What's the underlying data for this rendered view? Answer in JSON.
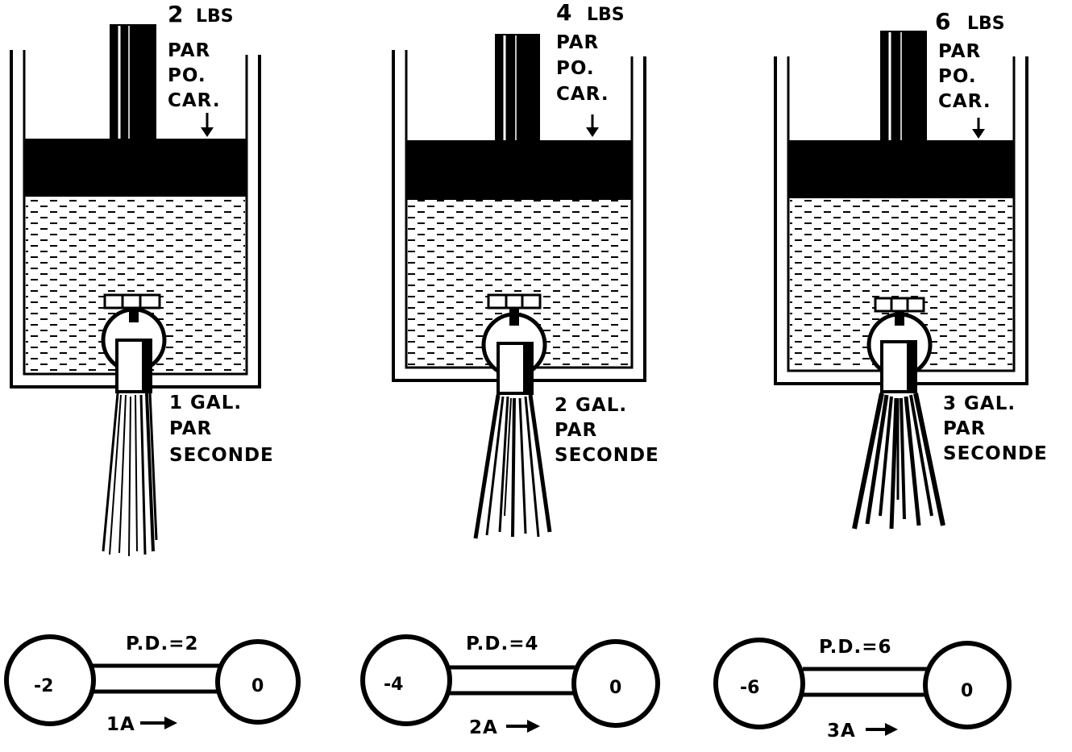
{
  "panels": [
    {
      "weight_num": "2",
      "weight_unit": "LBS",
      "pressure_lines": [
        "PAR",
        "PO.",
        "CAR."
      ],
      "flow_lines": [
        "1 GAL.",
        "PAR",
        "SECONDE"
      ],
      "pd_label": "P.D.=2",
      "left_value": "-2",
      "right_value": "0",
      "current_label": "1A"
    },
    {
      "weight_num": "4",
      "weight_unit": "LBS",
      "pressure_lines": [
        "PAR",
        "PO.",
        "CAR."
      ],
      "flow_lines": [
        "2 GAL.",
        "PAR",
        "SECONDE"
      ],
      "pd_label": "P.D.=4",
      "left_value": "-4",
      "right_value": "0",
      "current_label": "2A"
    },
    {
      "weight_num": "6",
      "weight_unit": "LBS",
      "pressure_lines": [
        "PAR",
        "PO.",
        "CAR."
      ],
      "flow_lines": [
        "3 GAL.",
        "PAR",
        "SECONDE"
      ],
      "pd_label": "P.D.=6",
      "left_value": "-6",
      "right_value": "0",
      "current_label": "3A"
    }
  ]
}
